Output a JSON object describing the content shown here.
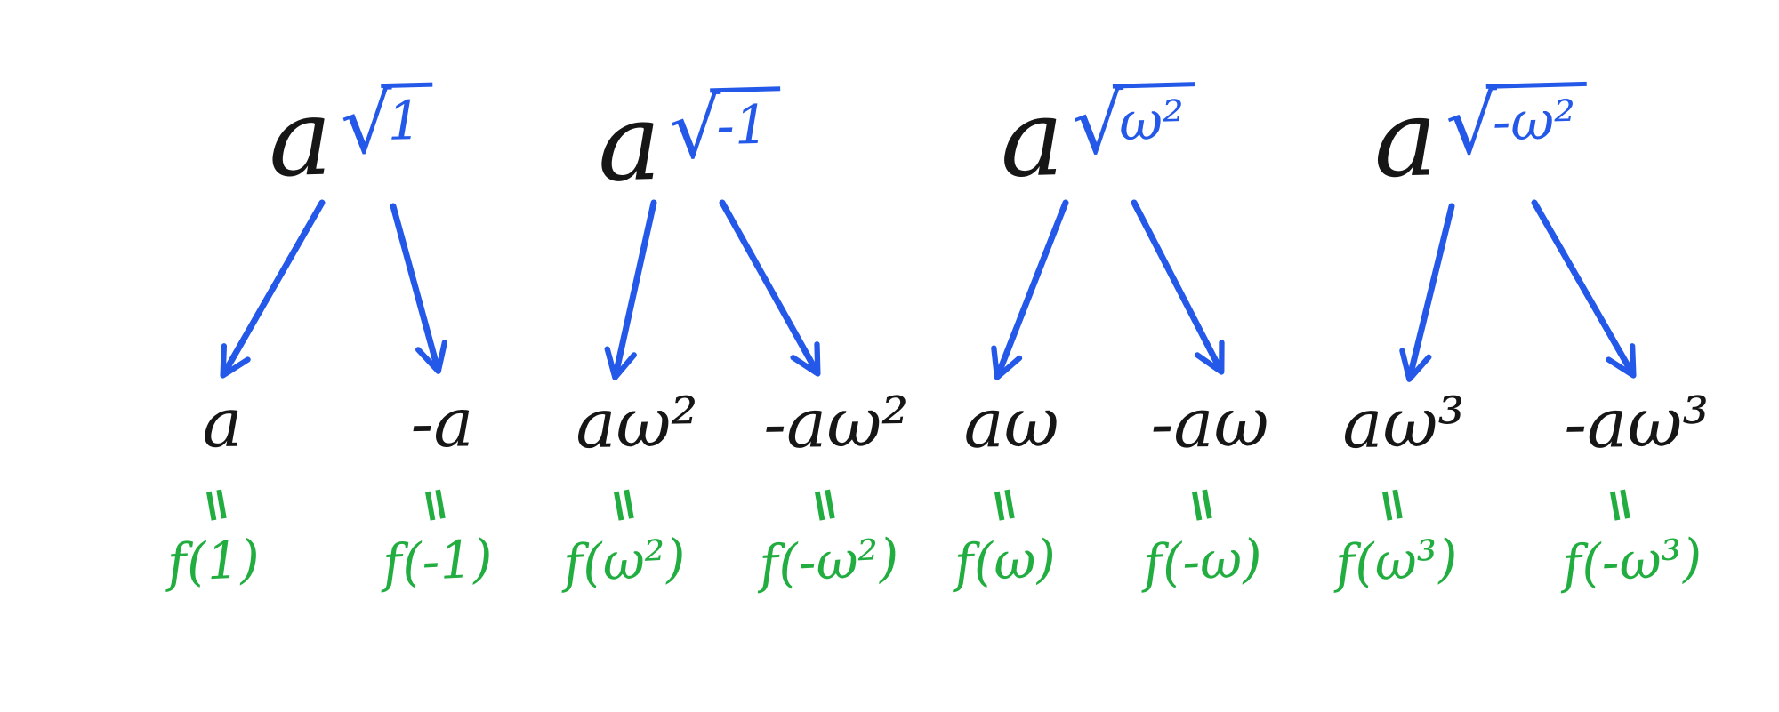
{
  "colors": {
    "ink": "#161616",
    "blue": "#2458e8",
    "green": "#21ad3f"
  },
  "symbols": {
    "sqrt": "√",
    "equals": "="
  },
  "groups": [
    {
      "coefficient": "a",
      "radicand": "1",
      "children": [
        {
          "value": "a",
          "f": "f(1)"
        },
        {
          "value": "-a",
          "f": "f(-1)"
        }
      ]
    },
    {
      "coefficient": "a",
      "radicand": "-1",
      "children": [
        {
          "value": "aω²",
          "f": "f(ω²)"
        },
        {
          "value": "-aω²",
          "f": "f(-ω²)"
        }
      ]
    },
    {
      "coefficient": "a",
      "radicand": "ω²",
      "children": [
        {
          "value": "aω",
          "f": "f(ω)"
        },
        {
          "value": "-aω",
          "f": "f(-ω)"
        }
      ]
    },
    {
      "coefficient": "a",
      "radicand": "-ω²",
      "children": [
        {
          "value": "aω³",
          "f": "f(ω³)"
        },
        {
          "value": "-aω³",
          "f": "f(-ω³)"
        }
      ]
    }
  ]
}
